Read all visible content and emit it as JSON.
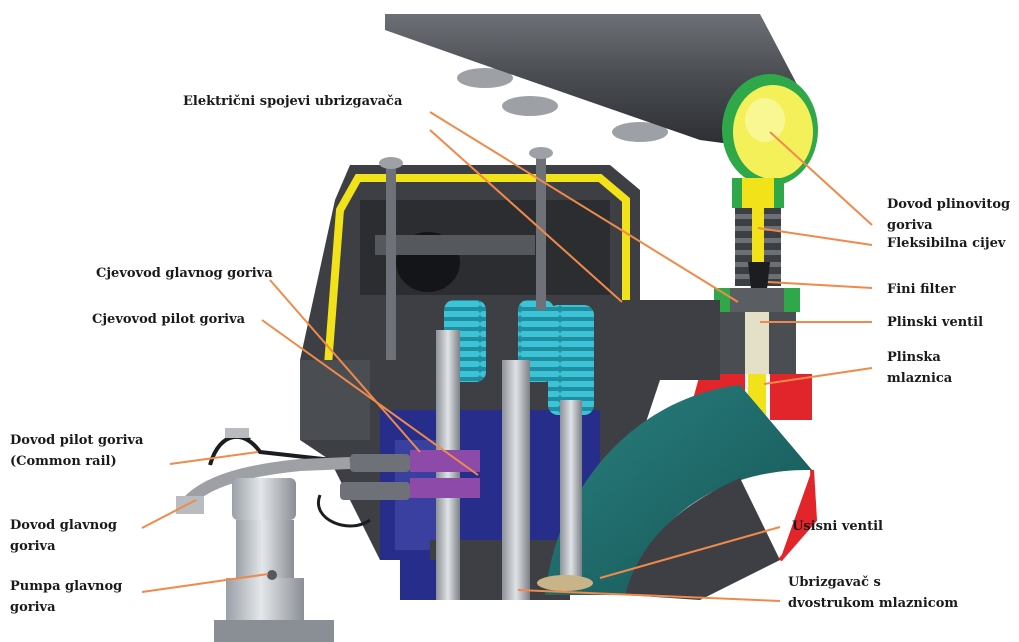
{
  "labels": {
    "electrical": [
      "Električni spojevi ubrizgavača"
    ],
    "main_fuel_line": [
      "Cjevovod glavnog goriva"
    ],
    "pilot_fuel_line": [
      "Cjevovod pilot goriva"
    ],
    "pilot_supply": [
      "Dovod pilot goriva",
      "(Common rail)"
    ],
    "main_supply": [
      "Dovod glavnog",
      "goriva"
    ],
    "main_pump": [
      "Pumpa glavnog",
      "goriva"
    ],
    "gas_supply": [
      "Dovod plinovitog",
      "goriva"
    ],
    "flex_pipe": [
      "Fleksibilna cijev"
    ],
    "fine_filter": [
      "Fini filter"
    ],
    "gas_valve": [
      "Plinski ventil"
    ],
    "gas_nozzle": [
      "Plinska",
      "mlaznica"
    ],
    "intake_valve": [
      "Usisni ventil"
    ],
    "injector": [
      "Ubrizgavač s",
      "dvostrukom mlaznicom"
    ]
  },
  "colors": {
    "leader": "#ef8a4a",
    "head_body": "#3d3f44",
    "yellow_channel": "#f2e21a",
    "spring": "#29b5c9",
    "port_teal": "#1d6a6a",
    "gas_red": "#e2252b",
    "gas_green": "#2fa84a",
    "pipe": "#4a4d52",
    "pipe_yellow": "#f4f05a",
    "coolant_blue": "#262d8a",
    "pilot_purple": "#8d4aa8"
  }
}
